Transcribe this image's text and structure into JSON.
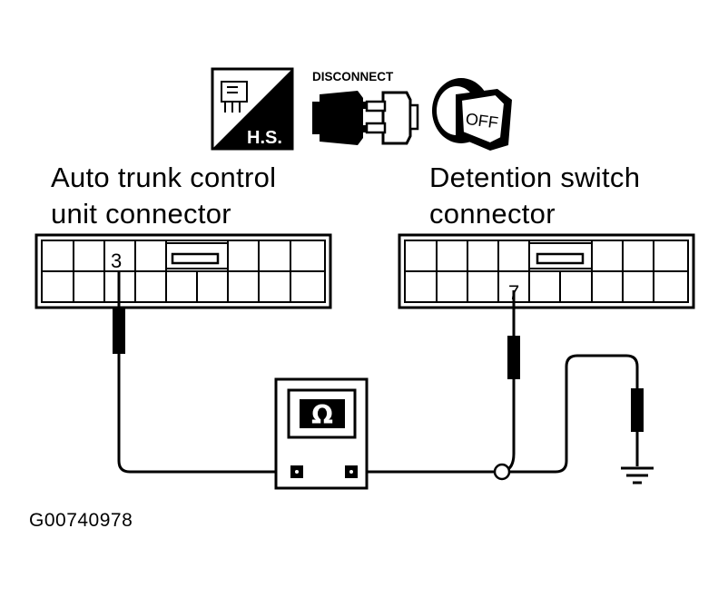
{
  "icons": {
    "hs_text": "H.S.",
    "disconnect_text": "DISCONNECT",
    "off_text": "OFF"
  },
  "left_connector": {
    "title_line1": "Auto trunk control",
    "title_line2": "unit connector",
    "pin": "3"
  },
  "right_connector": {
    "title_line1": "Detention switch",
    "title_line2": "connector",
    "pin": "7"
  },
  "meter": {
    "symbol": "Ω"
  },
  "figure_id": "G00740978"
}
